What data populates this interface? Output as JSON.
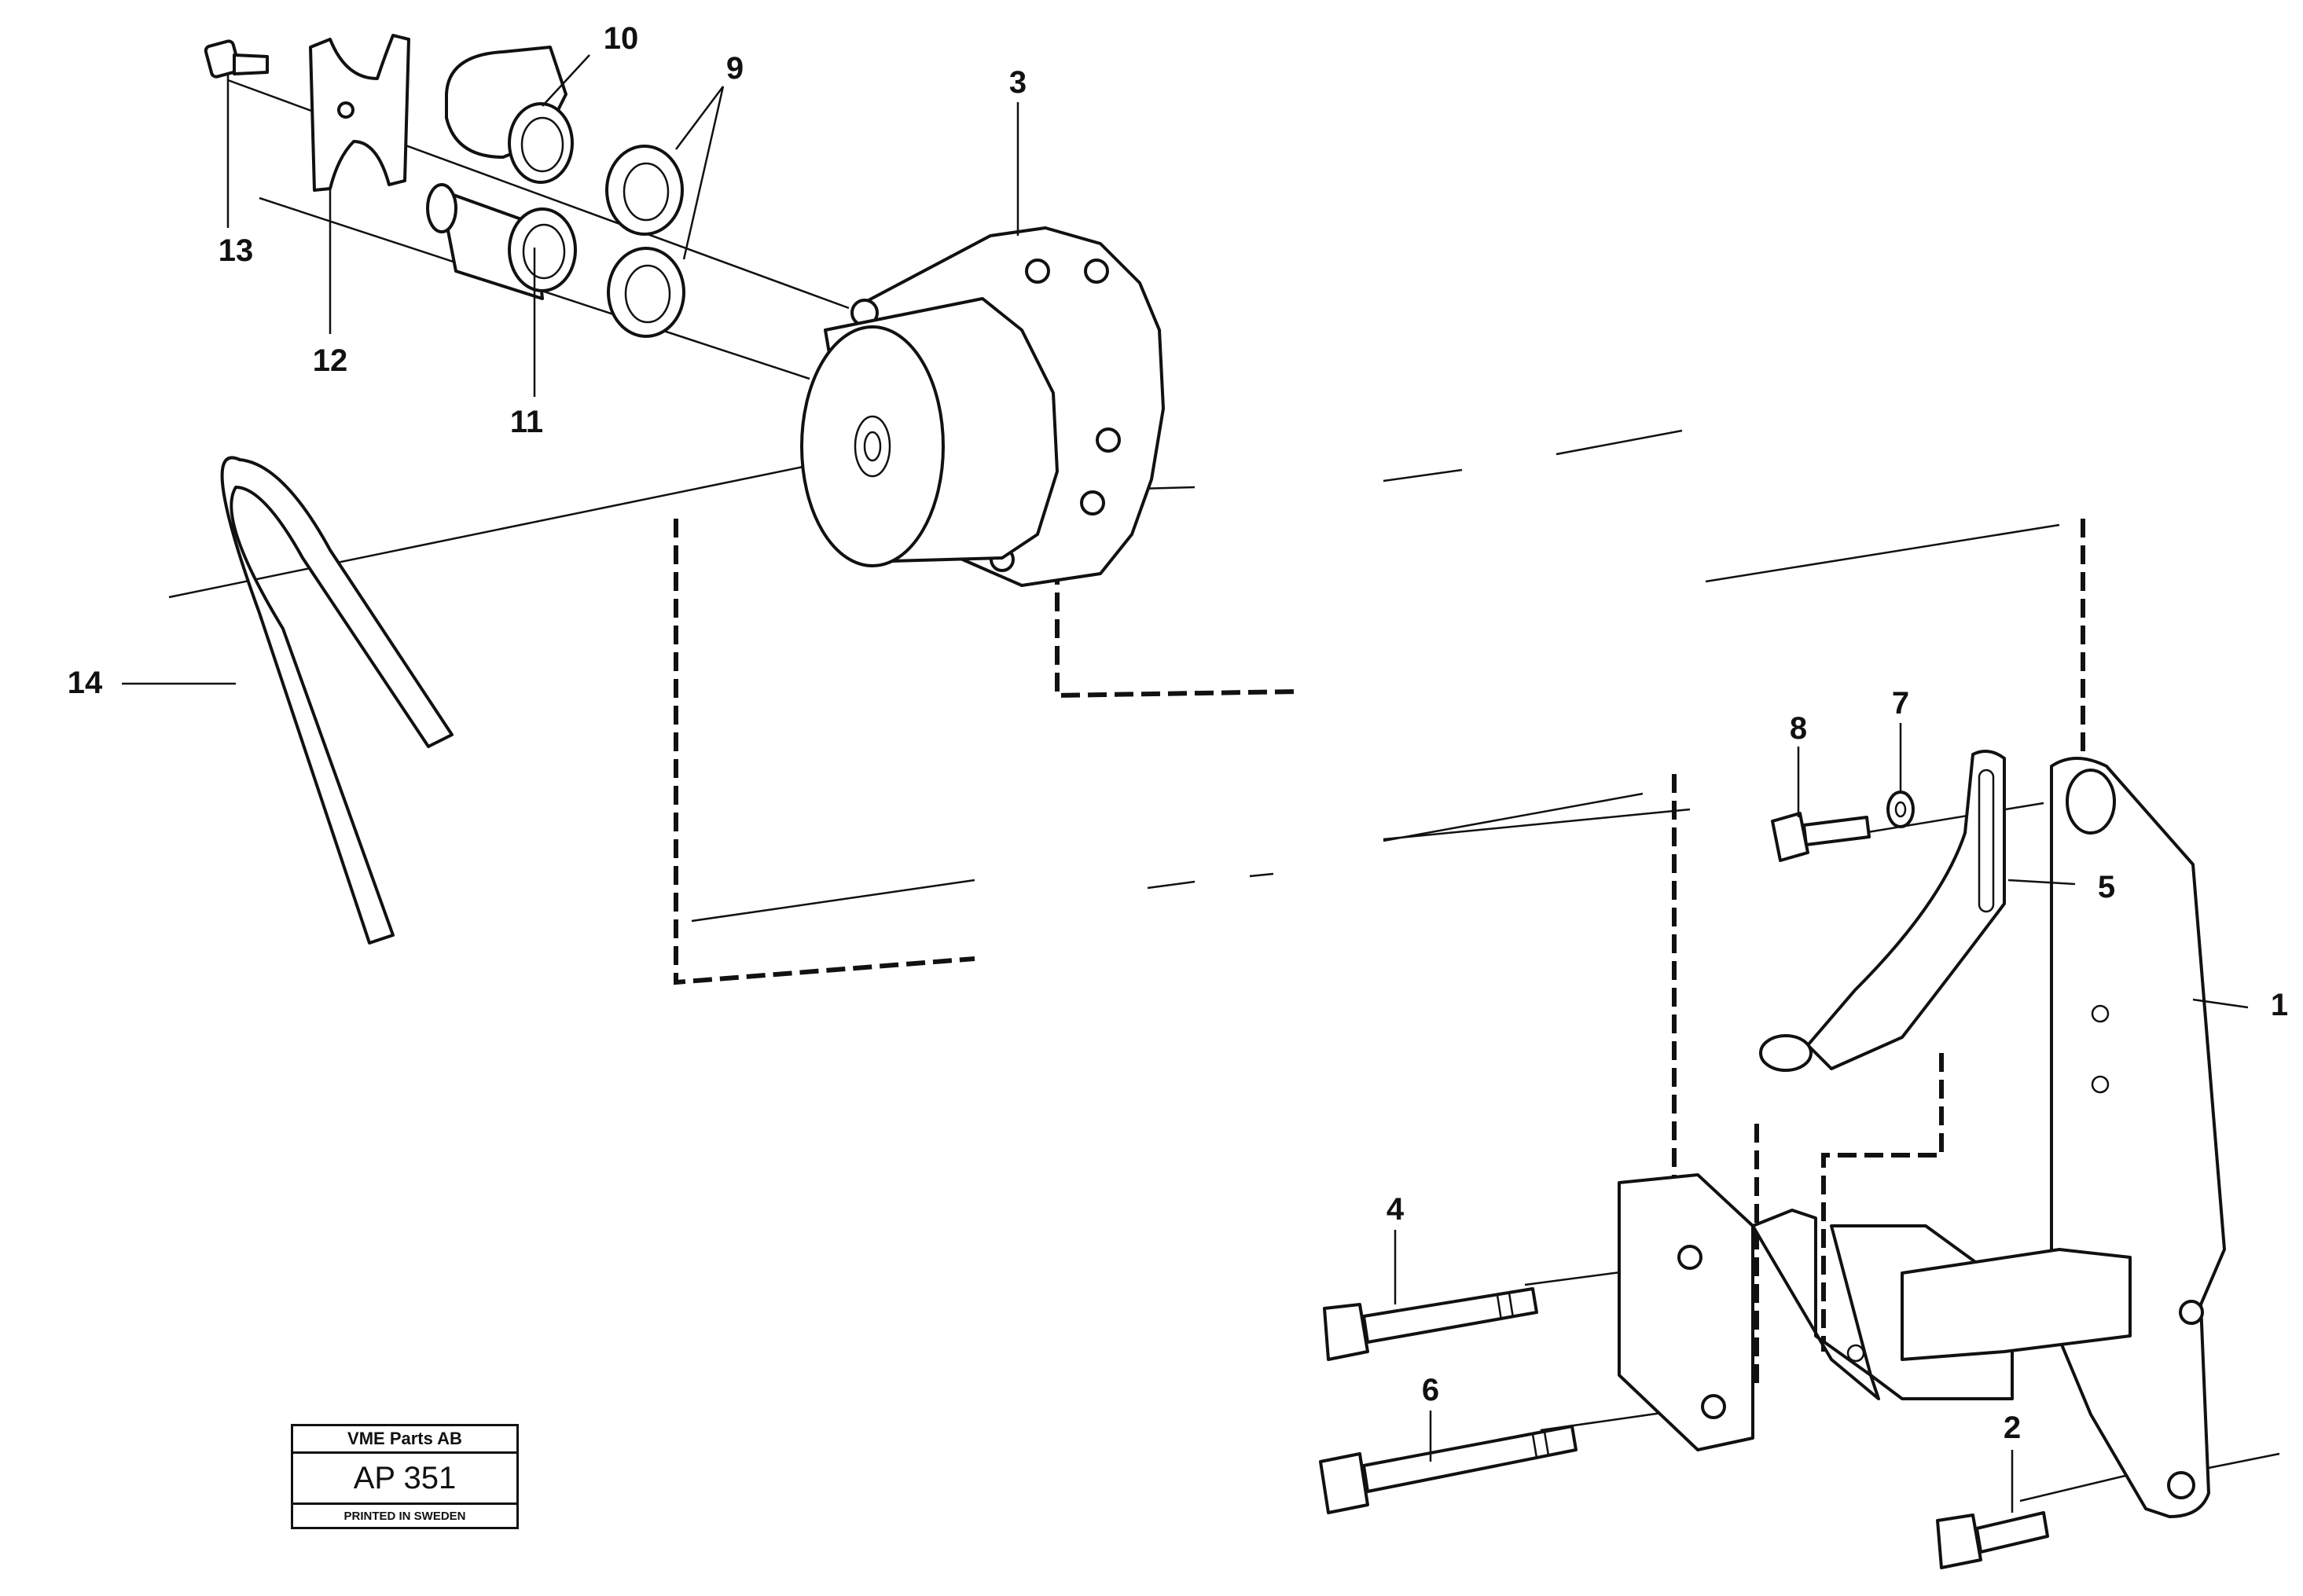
{
  "plate": {
    "company": "VME Parts AB",
    "code": "AP 351",
    "printed": "PRINTED IN SWEDEN"
  },
  "callouts": {
    "c1": "1",
    "c2": "2",
    "c3": "3",
    "c4": "4",
    "c5": "5",
    "c6": "6",
    "c7": "7",
    "c8": "8",
    "c9": "9",
    "c10": "10",
    "c11": "11",
    "c12": "12",
    "c13": "13",
    "c14": "14"
  }
}
